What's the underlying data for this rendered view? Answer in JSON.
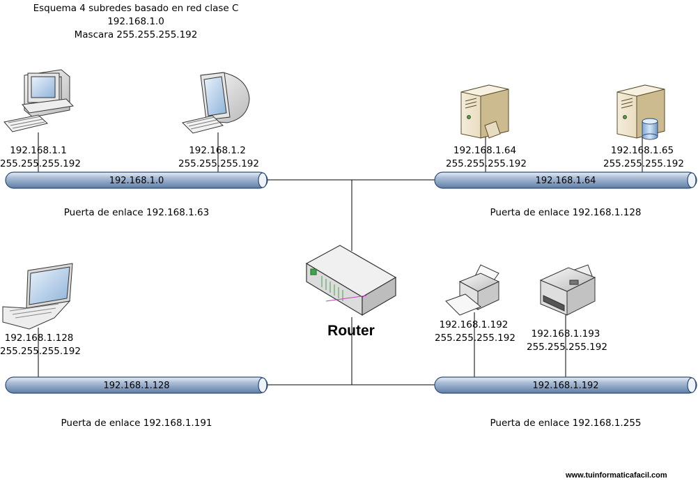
{
  "title": {
    "line1": "Esquema 4 subredes basado en red clase C",
    "line2": "192.168.1.0",
    "line3": "Mascara 255.255.255.192"
  },
  "router": {
    "label": "Router"
  },
  "subnets": [
    {
      "bus_label": "192.168.1.0",
      "gateway": "Puerta de enlace 192.168.1.63"
    },
    {
      "bus_label": "192.168.1.64",
      "gateway": "Puerta de enlace 192.168.1.128"
    },
    {
      "bus_label": "192.168.1.128",
      "gateway": "Puerta de enlace 192.168.1.191"
    },
    {
      "bus_label": "192.168.1.192",
      "gateway": "Puerta de enlace 192.168.1.255"
    }
  ],
  "devices": [
    {
      "icon": "desktop-computer-icon",
      "ip": "192.168.1.1",
      "mask": "255.255.255.192"
    },
    {
      "icon": "crt-workstation-icon",
      "ip": "192.168.1.2",
      "mask": "255.255.255.192"
    },
    {
      "icon": "file-server-icon",
      "ip": "192.168.1.64",
      "mask": "255.255.255.192"
    },
    {
      "icon": "database-server-icon",
      "ip": "192.168.1.65",
      "mask": "255.255.255.192"
    },
    {
      "icon": "laptop-icon",
      "ip": "192.168.1.128",
      "mask": "255.255.255.192"
    },
    {
      "icon": "fax-printer-icon",
      "ip": "192.168.1.192",
      "mask": "255.255.255.192"
    },
    {
      "icon": "laser-printer-icon",
      "ip": "192.168.1.193",
      "mask": "255.255.255.192"
    }
  ],
  "footer": {
    "url": "www.tuinformaticafacil.com"
  }
}
